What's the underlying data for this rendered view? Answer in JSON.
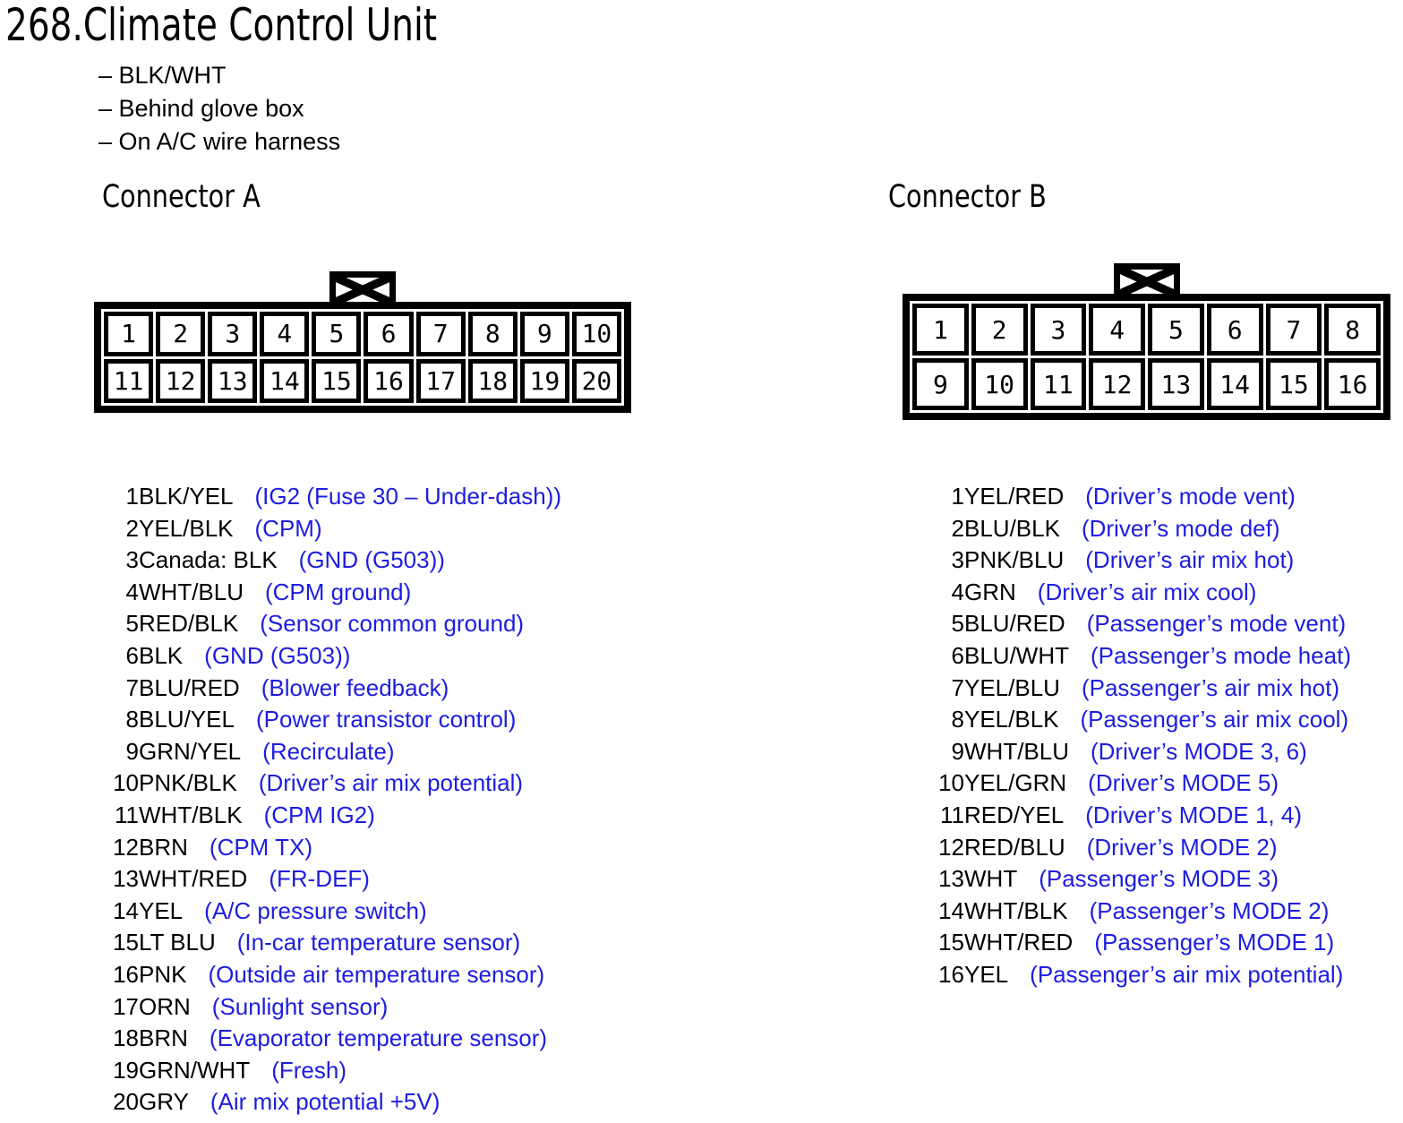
{
  "title": "268.Climate Control Unit",
  "notes": [
    "– BLK/WHT",
    "– Behind glove box",
    "– On A/C wire harness"
  ],
  "colors": {
    "ink": "#000000",
    "desc_blue": "#1d1de0",
    "background": "#ffffff"
  },
  "connector_a": {
    "heading": "Connector A",
    "cell_rows": [
      [
        "1",
        "2",
        "3",
        "4",
        "5",
        "6",
        "7",
        "8",
        "9",
        "10"
      ],
      [
        "11",
        "12",
        "13",
        "14",
        "15",
        "16",
        "17",
        "18",
        "19",
        "20"
      ]
    ],
    "pins": [
      {
        "num": "1",
        "wire": "BLK/YEL",
        "desc": "(IG2 (Fuse 30 – Under-dash))"
      },
      {
        "num": "2",
        "wire": "YEL/BLK",
        "desc": "(CPM)"
      },
      {
        "num": "3",
        "wire": "Canada: BLK",
        "desc": "(GND (G503))"
      },
      {
        "num": "4",
        "wire": "WHT/BLU",
        "desc": "(CPM ground)"
      },
      {
        "num": "5",
        "wire": "RED/BLK",
        "desc": "(Sensor common ground)"
      },
      {
        "num": "6",
        "wire": "BLK",
        "desc": "(GND (G503))"
      },
      {
        "num": "7",
        "wire": "BLU/RED",
        "desc": "(Blower feedback)"
      },
      {
        "num": "8",
        "wire": "BLU/YEL",
        "desc": "(Power transistor control)"
      },
      {
        "num": "9",
        "wire": "GRN/YEL",
        "desc": "(Recirculate)"
      },
      {
        "num": "10",
        "wire": "PNK/BLK",
        "desc": "(Driver’s air mix potential)"
      },
      {
        "num": "11",
        "wire": "WHT/BLK",
        "desc": "(CPM IG2)"
      },
      {
        "num": "12",
        "wire": "BRN",
        "desc": "(CPM TX)"
      },
      {
        "num": "13",
        "wire": "WHT/RED",
        "desc": "(FR-DEF)"
      },
      {
        "num": "14",
        "wire": "YEL",
        "desc": "(A/C pressure switch)"
      },
      {
        "num": "15",
        "wire": "LT BLU",
        "desc": "(In-car temperature sensor)"
      },
      {
        "num": "16",
        "wire": "PNK",
        "desc": "(Outside air temperature sensor)"
      },
      {
        "num": "17",
        "wire": "ORN",
        "desc": "(Sunlight sensor)"
      },
      {
        "num": "18",
        "wire": "BRN",
        "desc": "(Evaporator temperature sensor)"
      },
      {
        "num": "19",
        "wire": "GRN/WHT",
        "desc": "(Fresh)"
      },
      {
        "num": "20",
        "wire": "GRY",
        "desc": "(Air mix potential +5V)"
      }
    ]
  },
  "connector_b": {
    "heading": "Connector B",
    "cell_rows": [
      [
        "1",
        "2",
        "3",
        "4",
        "5",
        "6",
        "7",
        "8"
      ],
      [
        "9",
        "10",
        "11",
        "12",
        "13",
        "14",
        "15",
        "16"
      ]
    ],
    "pins": [
      {
        "num": "1",
        "wire": "YEL/RED",
        "desc": "(Driver’s mode vent)"
      },
      {
        "num": "2",
        "wire": "BLU/BLK",
        "desc": "(Driver’s mode def)"
      },
      {
        "num": "3",
        "wire": "PNK/BLU",
        "desc": "(Driver’s air mix hot)"
      },
      {
        "num": "4",
        "wire": "GRN",
        "desc": "(Driver’s air mix cool)"
      },
      {
        "num": "5",
        "wire": "BLU/RED",
        "desc": "(Passenger’s mode vent)"
      },
      {
        "num": "6",
        "wire": "BLU/WHT",
        "desc": "(Passenger’s mode heat)"
      },
      {
        "num": "7",
        "wire": "YEL/BLU",
        "desc": "(Passenger’s air mix hot)"
      },
      {
        "num": "8",
        "wire": "YEL/BLK",
        "desc": "(Passenger’s air mix cool)"
      },
      {
        "num": "9",
        "wire": "WHT/BLU",
        "desc": "(Driver’s MODE 3, 6)"
      },
      {
        "num": "10",
        "wire": "YEL/GRN",
        "desc": "(Driver’s MODE 5)"
      },
      {
        "num": "11",
        "wire": "RED/YEL",
        "desc": "(Driver’s MODE 1, 4)"
      },
      {
        "num": "12",
        "wire": "RED/BLU",
        "desc": "(Driver’s MODE 2)"
      },
      {
        "num": "13",
        "wire": "WHT",
        "desc": "(Passenger’s MODE 3)"
      },
      {
        "num": "14",
        "wire": "WHT/BLK",
        "desc": "(Passenger’s MODE 2)"
      },
      {
        "num": "15",
        "wire": "WHT/RED",
        "desc": "(Passenger’s MODE 1)"
      },
      {
        "num": "16",
        "wire": "YEL",
        "desc": "(Passenger’s air mix potential)"
      }
    ]
  }
}
